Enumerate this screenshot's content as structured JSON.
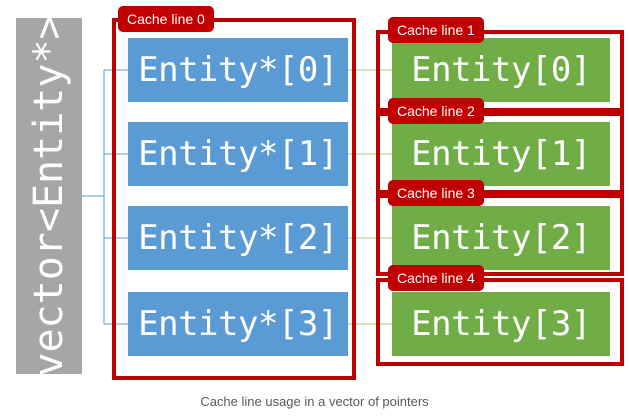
{
  "vector_label": "vector<Entity*>",
  "pointers": [
    "Entity*[0]",
    "Entity*[1]",
    "Entity*[2]",
    "Entity*[3]"
  ],
  "entities": [
    "Entity[0]",
    "Entity[1]",
    "Entity[2]",
    "Entity[3]"
  ],
  "cache_lines": [
    "Cache line 0",
    "Cache line 1",
    "Cache line 2",
    "Cache line 3",
    "Cache line 4"
  ],
  "caption": "Cache line usage in a vector of pointers",
  "colors": {
    "vector": "#a6a6a6",
    "pointer": "#5b9bd5",
    "entity": "#70ad47",
    "cache_line": "#c00000",
    "connector": "#5b9bd5"
  }
}
